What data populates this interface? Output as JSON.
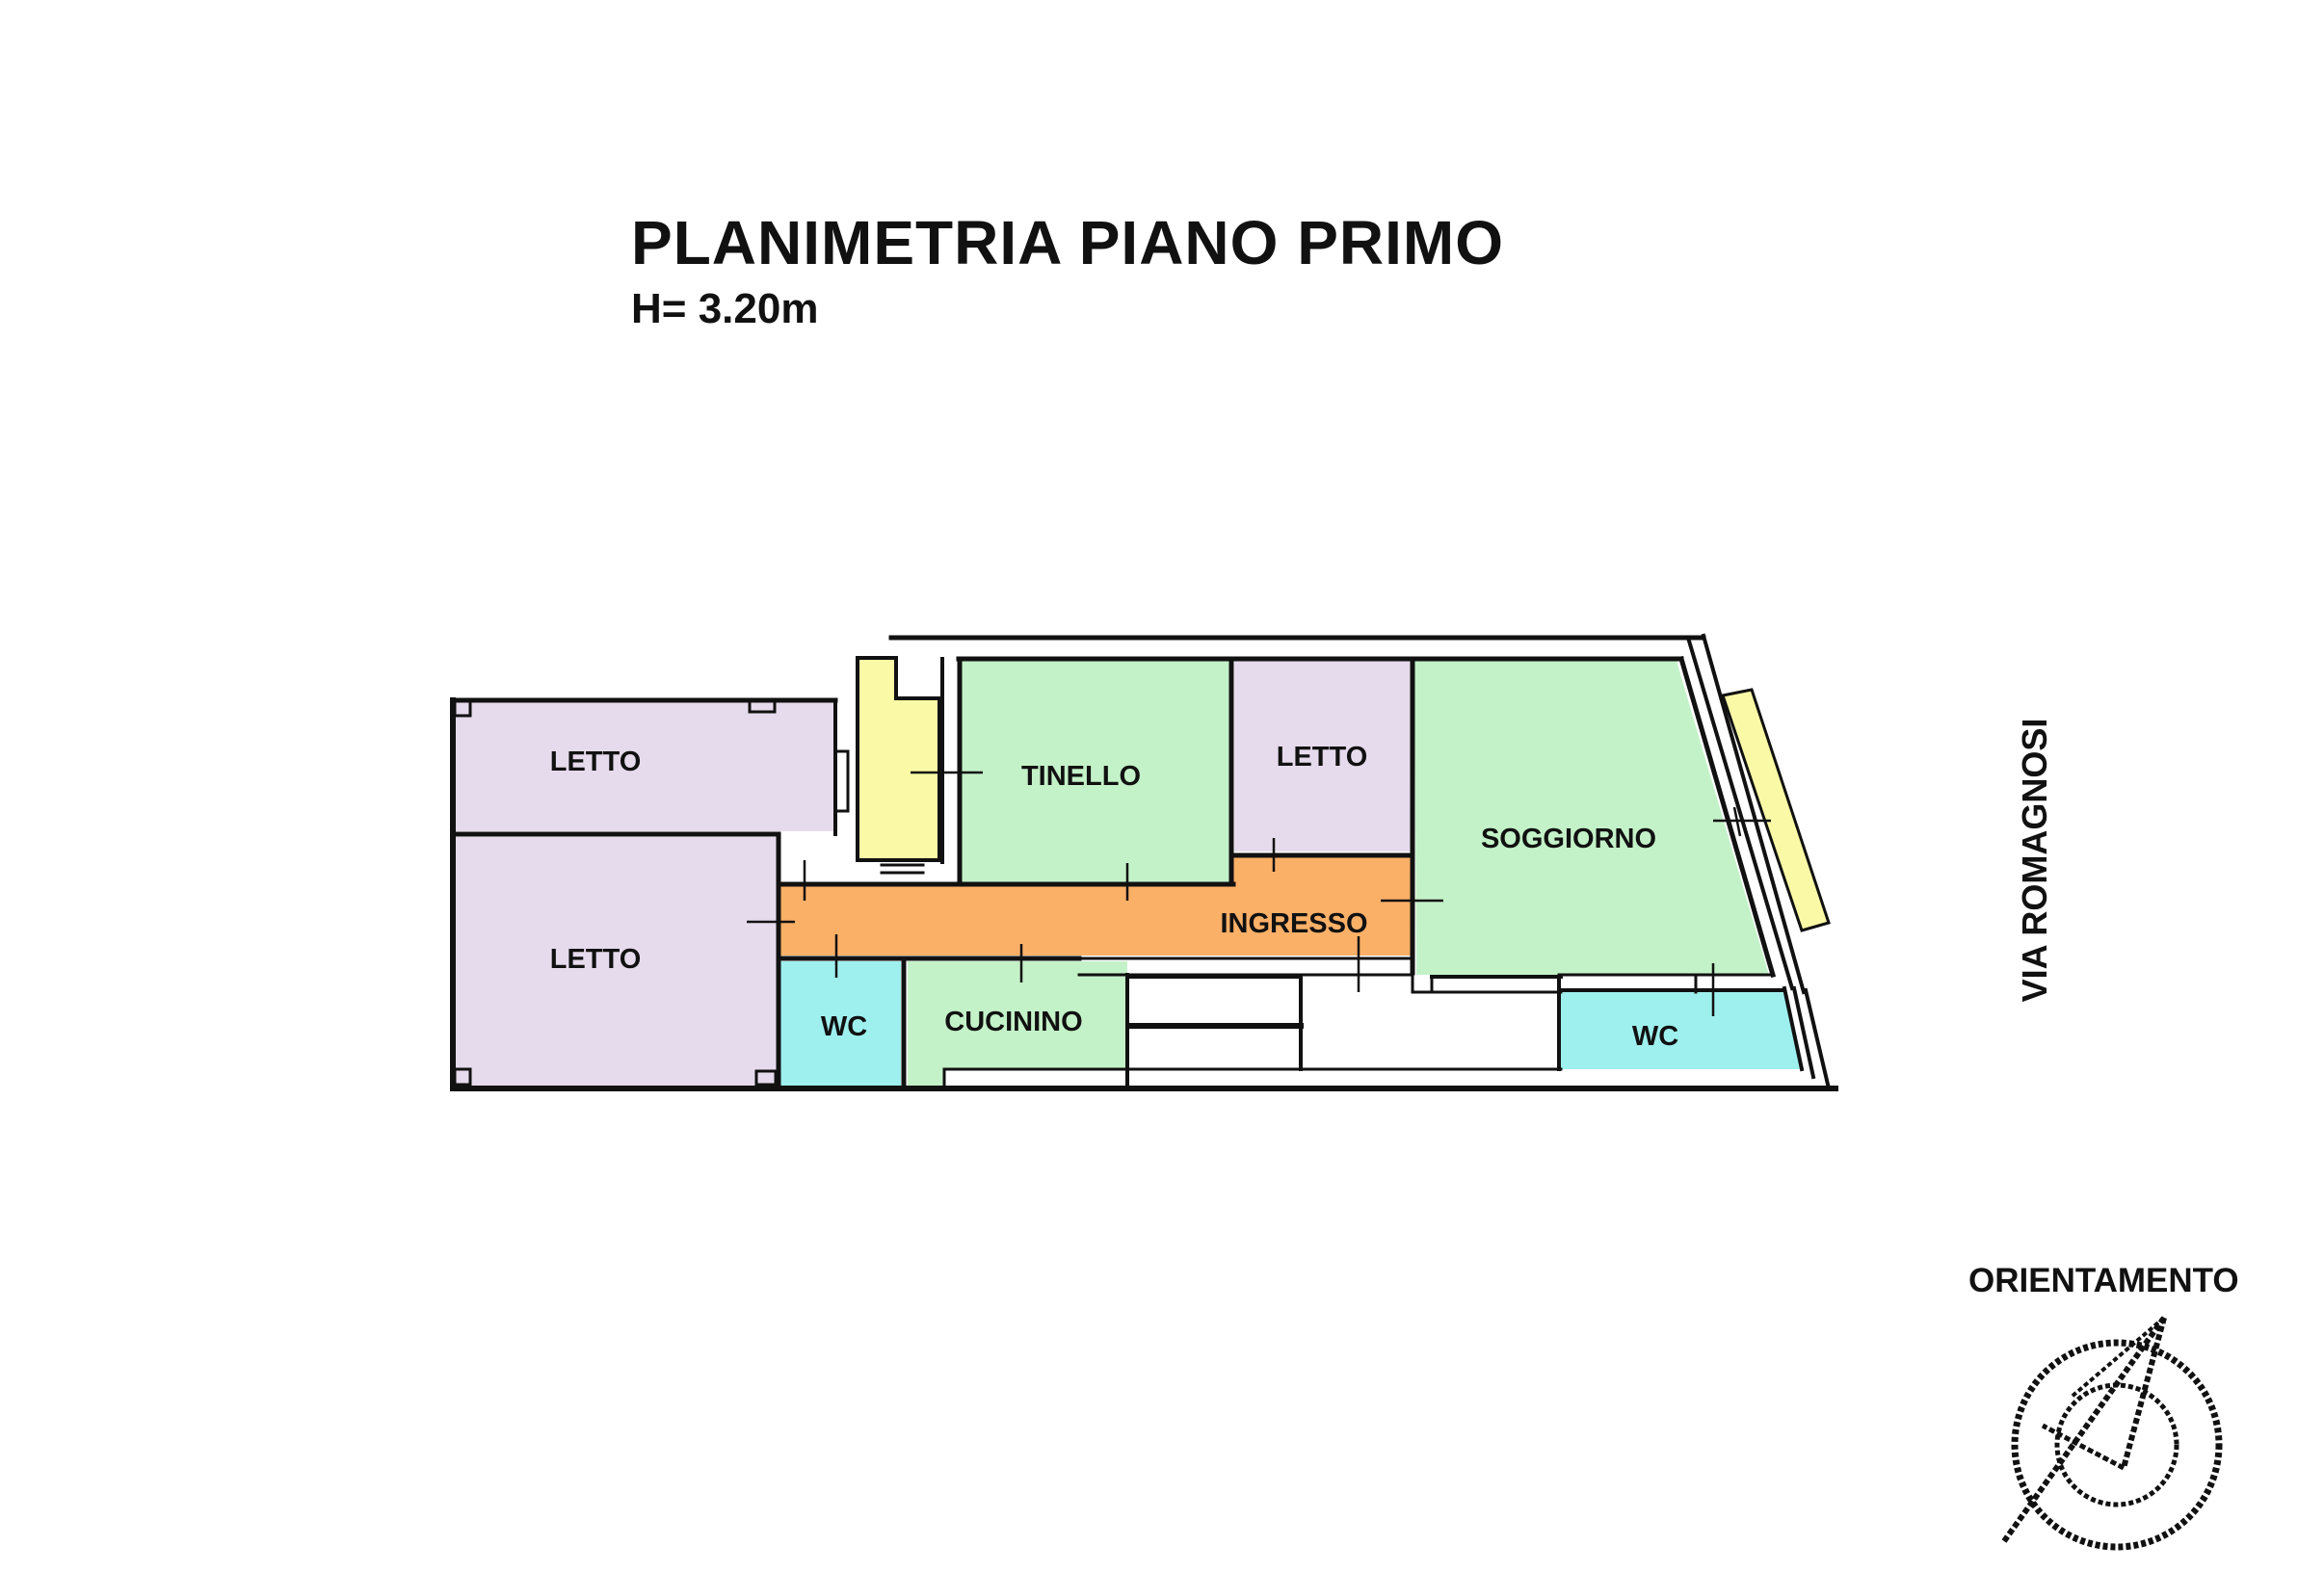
{
  "header": {
    "title": "PLANIMETRIA PIANO PRIMO",
    "height_note": "H= 3.20m"
  },
  "rooms": {
    "letto_top_left": "LETTO",
    "letto_bottom_left": "LETTO",
    "tinello": "TINELLO",
    "letto_center": "LETTO",
    "soggiorno": "SOGGIORNO",
    "ingresso": "INGRESSO",
    "wc_left": "WC",
    "cucinino": "CUCININO",
    "wc_right": "WC"
  },
  "street": {
    "name": "VIA ROMAGNOSI"
  },
  "orientation": {
    "label": "ORIENTAMENTO"
  },
  "colors": {
    "bedroom": "#e6dbec",
    "living": "#c4f2c8",
    "entrance": "#fbb068",
    "bathroom": "#9ef0ee",
    "balcony": "#fafaa6",
    "wall": "#111111"
  }
}
